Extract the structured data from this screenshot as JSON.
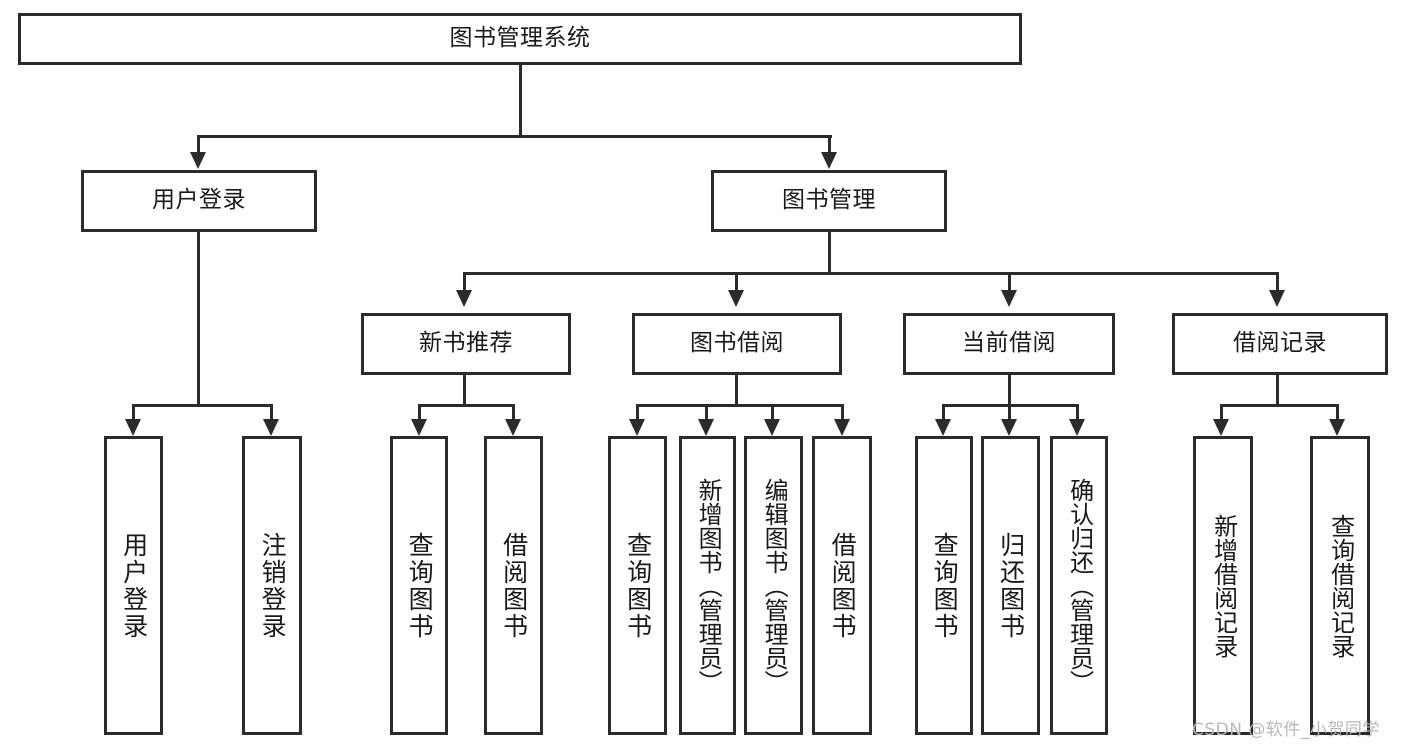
{
  "diagram": {
    "title": "图书管理系统",
    "type": "tree",
    "orientation": "top-down",
    "colors": {
      "stroke": "#2b2b2b",
      "fill": "#ffffff",
      "text": "#1a1a1a",
      "watermark": "#b9b9b9"
    },
    "levels": {
      "root": {
        "label": "图书管理系统"
      },
      "level2": [
        {
          "label": "用户登录"
        },
        {
          "label": "图书管理"
        }
      ],
      "level3": [
        {
          "label": "新书推荐"
        },
        {
          "label": "图书借阅"
        },
        {
          "label": "当前借阅"
        },
        {
          "label": "借阅记录"
        }
      ],
      "leaves": {
        "user_login": [
          {
            "label": "用户登录"
          },
          {
            "label": "注销登录"
          }
        ],
        "new_book_recommend": [
          {
            "label": "查询图书"
          },
          {
            "label": "借阅图书"
          }
        ],
        "book_borrow": [
          {
            "label": "查询图书"
          },
          {
            "label": "新增图书（管理员）"
          },
          {
            "label": "编辑图书（管理员）"
          },
          {
            "label": "借阅图书"
          }
        ],
        "current_borrow": [
          {
            "label": "查询图书"
          },
          {
            "label": "归还图书"
          },
          {
            "label": "确认归还（管理员）"
          }
        ],
        "borrow_record": [
          {
            "label": "新增借阅记录"
          },
          {
            "label": "查询借阅记录"
          }
        ]
      }
    }
  },
  "watermark": {
    "text": "CSDN @软件_小贺同学"
  }
}
